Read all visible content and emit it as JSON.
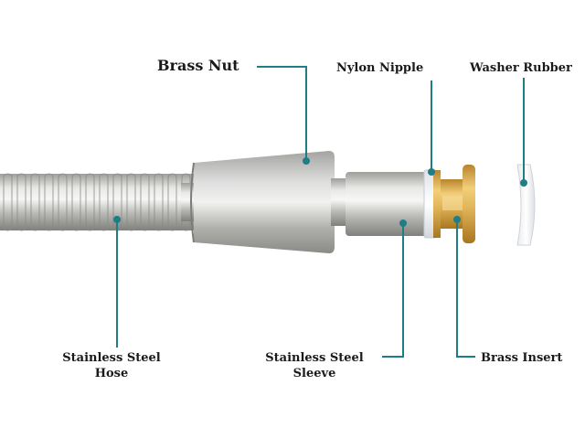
{
  "labels": {
    "brass_nut": "Brass Nut",
    "nylon_nipple": "Nylon Nipple",
    "washer_rubber": "Washer Rubber",
    "hose_line1": "Stainless Steel",
    "hose_line2": "Hose",
    "sleeve_line1": "Stainless Steel",
    "sleeve_line2": "Sleeve",
    "brass_insert": "Brass Insert"
  },
  "colors": {
    "leader": "#1f7d86",
    "steel_light": "#e6e6e4",
    "steel_dark": "#8f8f8c",
    "brass": "#d9a94c",
    "nylon": "#eef0f3"
  }
}
